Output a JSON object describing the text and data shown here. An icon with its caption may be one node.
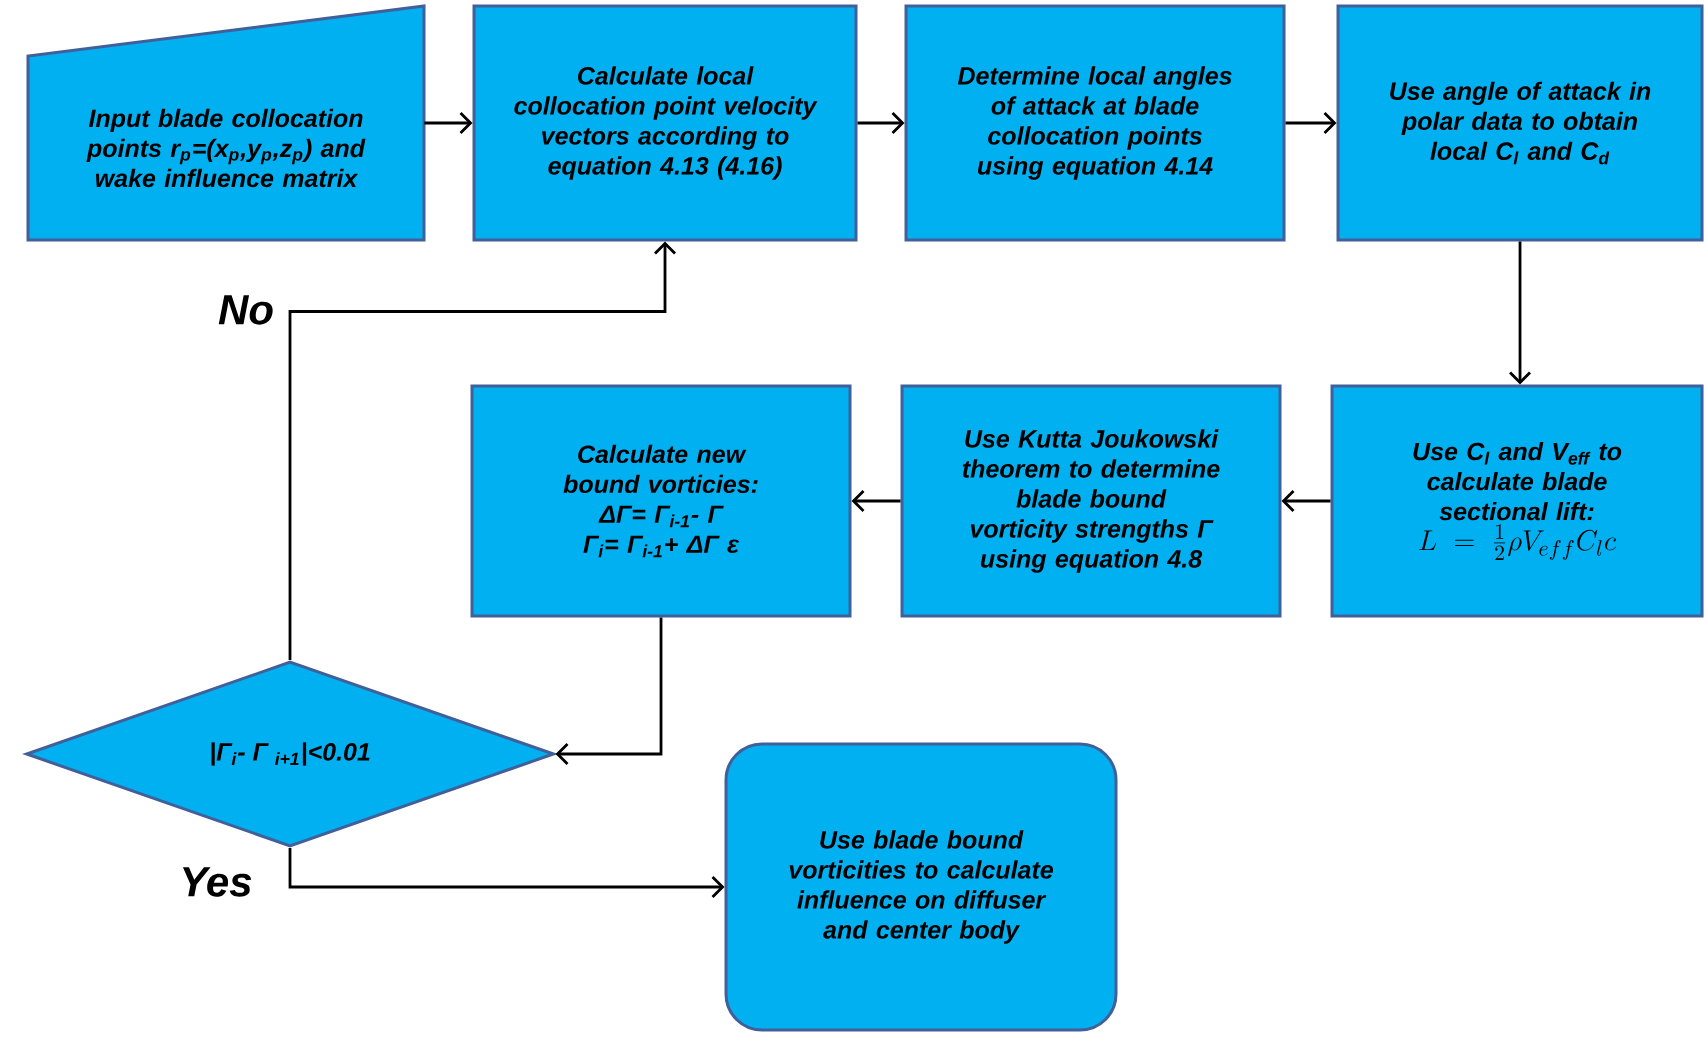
{
  "diagram": {
    "nodes": [
      {
        "text": [
          "Input blade collocation points r$_{p}$=(x$_{p}$,y$_{p}$,z$_{p}$) and wake influence matrix"
        ]
      },
      {
        "text": [
          "Calculate local collocation point velocity vectors according to equation 4.13 (4.16)"
        ]
      },
      {
        "text": [
          "Determine local angles of attack at blade collocation points using equation 4.14"
        ]
      },
      {
        "text": [
          "Use angle of attack in polar data to obtain local C$_{l}$ and C$_{d}$"
        ]
      },
      {
        "text": [
          "Use C$_{l}$ and V$_{eff}$ to calculate blade sectional lift:",
          "L=\\frac{1}{2}\\rho V_{eff}C_{l}c"
        ]
      },
      {
        "text": [
          "Use Kutta Joukowski theorem to determine blade bound vorticity strengths Γ using equation 4.8"
        ]
      },
      {
        "text": [
          "Calculate new bound vorticies:",
          "ΔΓ= Γ$_{i-1}$- Γ",
          "Γ$_{i}$= Γ$_{i-1}$+ ΔΓ ε"
        ]
      },
      {
        "text": [
          "|Γ$_{i}$- Γ $_{i+1}$|<0.01"
        ]
      },
      {
        "text": [
          "Use blade bound vorticities to calculate influence on diffuser and center body"
        ]
      }
    ],
    "edges": [
      {
        "from": 0,
        "to": 1,
        "arrow": "to"
      },
      {
        "from": 1,
        "to": 2,
        "arrow": "to"
      },
      {
        "from": 2,
        "to": 3,
        "arrow": "to"
      },
      {
        "from": 3,
        "to": 4,
        "arrow": "to"
      },
      {
        "from": 4,
        "to": 5,
        "arrow": "to"
      },
      {
        "from": 5,
        "to": 6,
        "arrow": "to"
      },
      {
        "from": 6,
        "to": 7,
        "arrow": "to"
      },
      {
        "from": 7,
        "to": 1,
        "arrow": "to",
        "label": "No"
      },
      {
        "from": 7,
        "to": 8,
        "arrow": "to",
        "label": "Yes"
      }
    ]
  }
}
